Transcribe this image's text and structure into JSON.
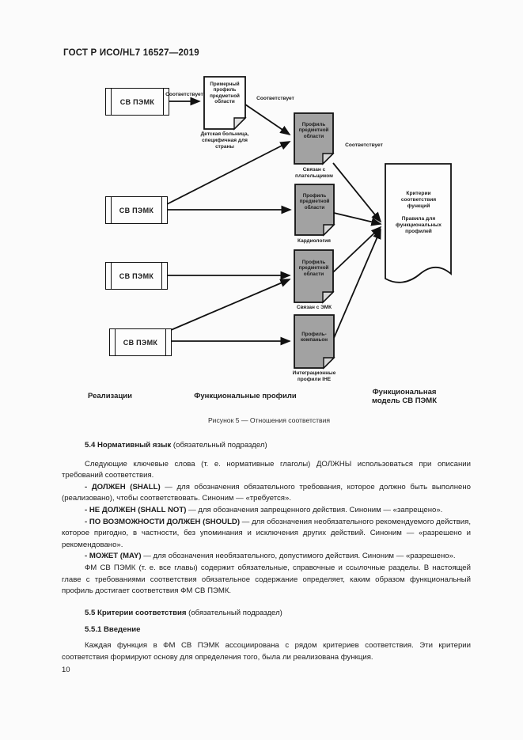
{
  "page": {
    "header": "ГОСТ Р ИСО/HL7 16527—2019",
    "page_number": "10"
  },
  "diagram": {
    "realizations": [
      {
        "label": "СВ ПЭМК"
      },
      {
        "label": "СВ ПЭМК"
      },
      {
        "label": "СВ ПЭМК"
      },
      {
        "label": "СВ ПЭМК"
      }
    ],
    "example_profile": {
      "title": "Примерный\nпрофиль\nпредметной\nобласти",
      "caption": "Детская больница,\nспецифичная для\nстраны"
    },
    "profiles": [
      {
        "title": "Профиль\nпредметной\nобласти",
        "caption": "Связан с\nплательщиком"
      },
      {
        "title": "Профиль\nпредметной\nобласти",
        "caption": "Кардиология"
      },
      {
        "title": "Профиль\nпредметной\nобласти",
        "caption": "Связан с ЭМК"
      },
      {
        "title": "Профиль-\nкомпаньон",
        "caption": "Интеграционные\nпрофили IHE"
      }
    ],
    "model_doc": {
      "text": "Критерии\nсоответствия\nфункций\n\nПравила для\nфункциональных\nпрофилей"
    },
    "arrow_labels": {
      "a1": "Соответствует",
      "a2": "Соответствует",
      "a3": "Соответствует"
    },
    "column_labels": {
      "left": "Реализации",
      "middle": "Функциональные профили",
      "right": "Функциональная\nмодель СВ ПЭМК"
    },
    "figure_caption": "Рисунок 5 — Отношения соответствия"
  },
  "body": {
    "s54_heading": {
      "bold": "5.4 Нормативный язык",
      "normal": " (обязательный подраздел)"
    },
    "p1": "Следующие ключевые слова (т. е. нормативные глаголы) ДОЛЖНЫ использоваться при описании требований соответствия.",
    "terms": [
      {
        "lead": "- ДОЛЖЕН (SHALL)",
        "rest": " — для обозначения обязательного требования, которое должно быть выполнено (реализовано), чтобы соответствовать. Синоним — «требуется»."
      },
      {
        "lead": "- НЕ ДОЛЖЕН (SHALL NOT)",
        "rest": " — для обозначения запрещенного действия. Синоним — «запрещено»."
      },
      {
        "lead": "- ПО ВОЗМОЖНОСТИ ДОЛЖЕН (SHOULD)",
        "rest": " — для обозначения необязательного рекомендуемого действия, которое пригодно, в частности, без упоминания и исключения других действий. Синоним — «разрешено и рекомендовано»."
      },
      {
        "lead": "- МОЖЕТ (MAY)",
        "rest": " — для обозначения необязательного, допустимого действия. Синоним — «разрешено»."
      }
    ],
    "p2": "ФМ СВ ПЭМК (т. е. все главы) содержит обязательные, справочные и ссылочные разделы. В настоящей главе с требованиями соответствия обязательное содержание определяет, каким образом функциональный профиль достигает соответствия ФМ СВ ПЭМК.",
    "s55_heading": {
      "bold": "5.5 Критерии соответствия",
      "normal": " (обязательный подраздел)"
    },
    "s551_heading": "5.5.1 Введение",
    "p3": "Каждая функция в ФМ СВ ПЭМК ассоциирована с рядом критериев соответствия. Эти критерии соответствия формируют основу для определения того, была ли реализована функция."
  }
}
